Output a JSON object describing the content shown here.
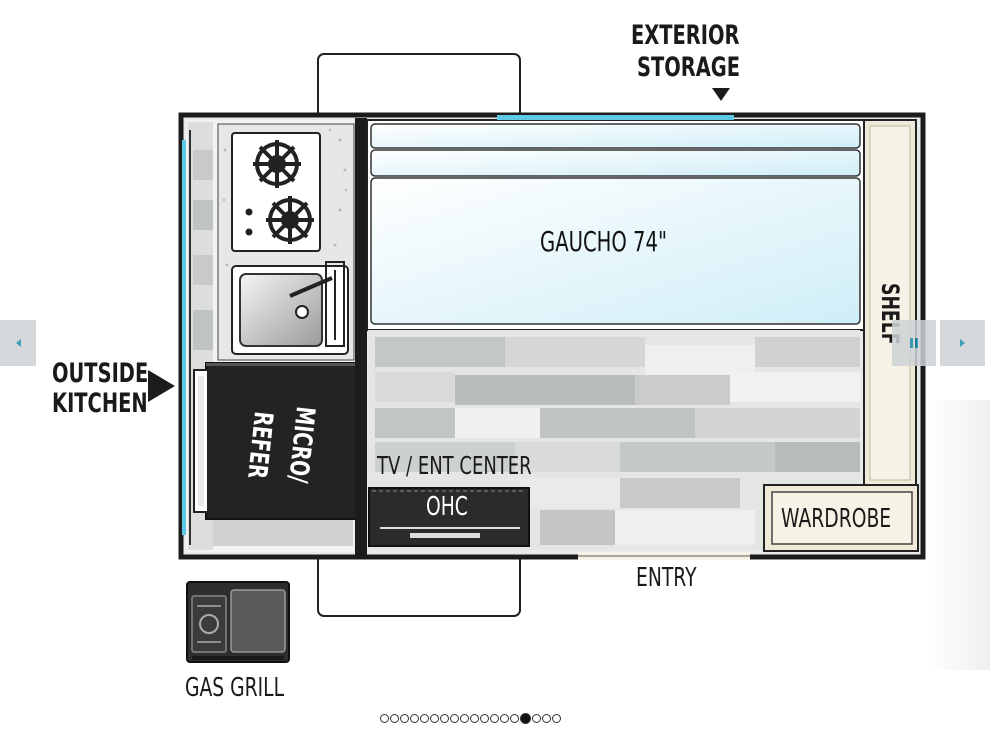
{
  "floorplan": {
    "labels": {
      "exterior_storage_1": "EXTERIOR",
      "exterior_storage_2": "STORAGE",
      "gaucho": "GAUCHO 74\"",
      "shelf": "SHELF",
      "outside_kitchen_1": "OUTSIDE",
      "outside_kitchen_2": "KITCHEN",
      "micro_refer_1": "MICRO/",
      "micro_refer_2": "REFER",
      "tv_ent_center": "TV / ENT CENTER",
      "ohc": "OHC",
      "wardrobe": "WARDROBE",
      "entry": "ENTRY",
      "gas_grill": "GAS GRILL"
    },
    "colors": {
      "wall": "#1c1c1c",
      "mattress_tint": "#d9f1f8",
      "accent_blue": "#5cc9e6",
      "floor_light": "#e3e5e3",
      "floor_dark": "#bfc3c1",
      "shelf_tan": "#efe9d8",
      "appliance_dark": "#2b2b2b"
    }
  },
  "carousel": {
    "prev_icon": "caret-left-icon",
    "next_icon": "caret-right-icon",
    "pause_icon": "pause-icon",
    "slide_count": 18,
    "active_index": 14
  }
}
